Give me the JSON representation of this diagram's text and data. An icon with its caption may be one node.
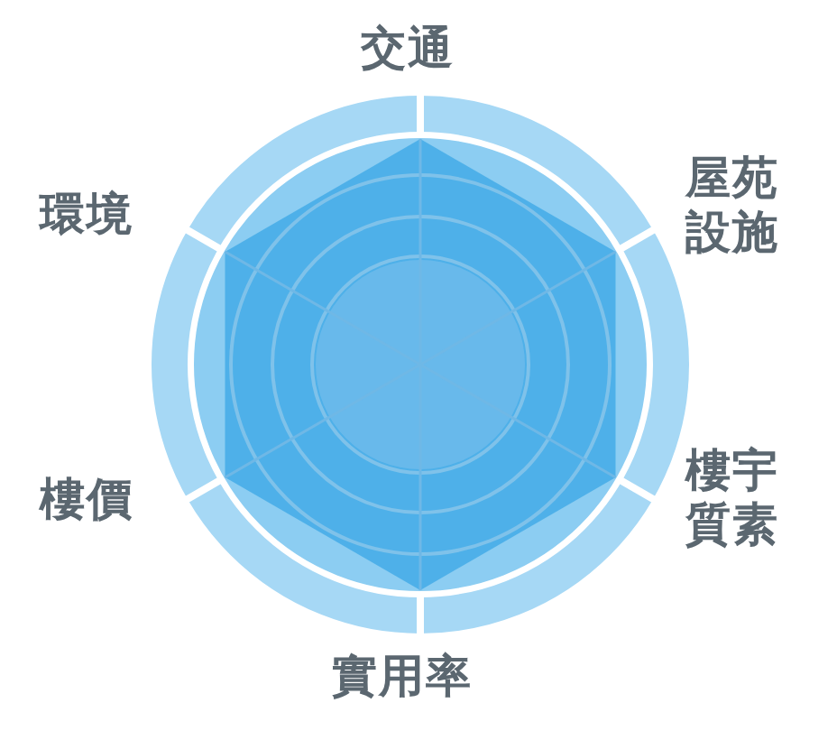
{
  "diagram": {
    "labels": [
      "交通",
      "環境",
      "屋苑設施",
      "樓價",
      "樓宇質素",
      "實用率"
    ]
  }
}
